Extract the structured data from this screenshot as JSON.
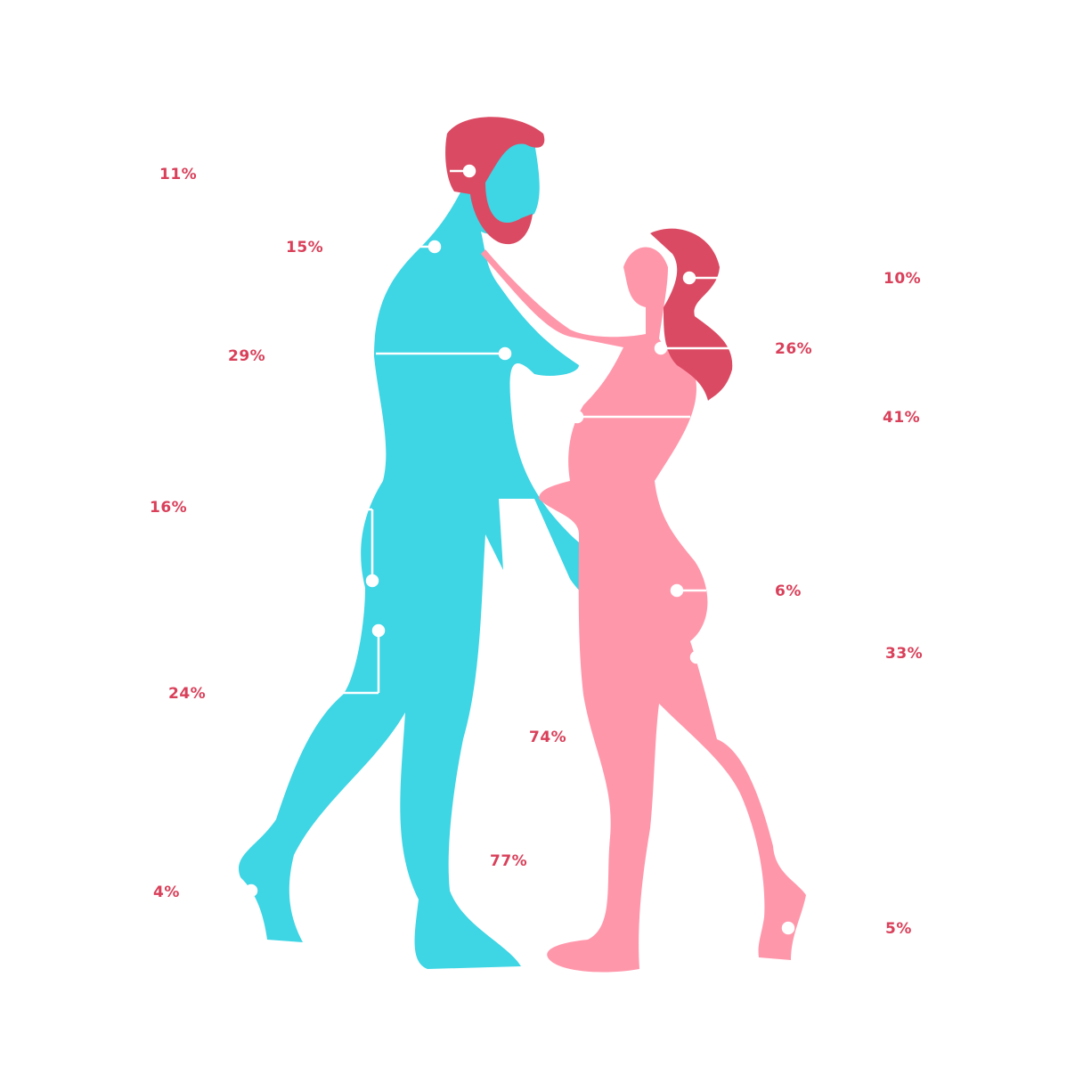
{
  "colors": {
    "man": "#3ed5e4",
    "woman": "#ff97ab",
    "hair": "#db4a63",
    "label": "#d9405a"
  },
  "labels": {
    "man_head": "11%",
    "man_neck": "15%",
    "man_chest": "29%",
    "man_hip": "16%",
    "man_thigh": "24%",
    "man_foot": "4%",
    "woman_head": "10%",
    "woman_neck": "26%",
    "woman_chest": "41%",
    "woman_butt": "6%",
    "woman_thigh": "33%",
    "woman_genitals": "74%",
    "man_genitals": "77%",
    "woman_foot": "5%"
  }
}
